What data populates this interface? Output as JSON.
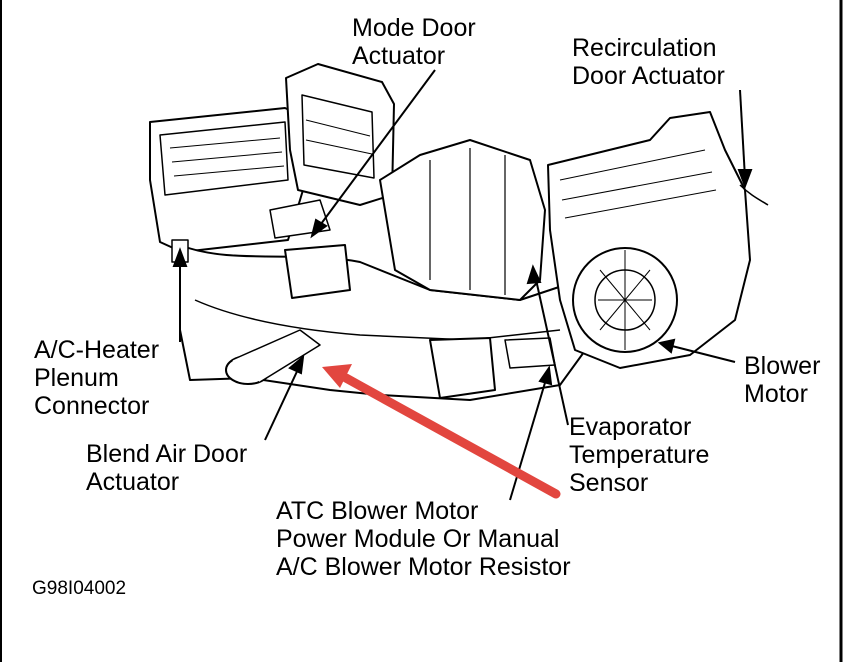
{
  "diagram": {
    "labels": {
      "mode_door_actuator": [
        "Mode Door",
        "Actuator"
      ],
      "recirculation_door_actuator": [
        "Recirculation",
        "Door Actuator"
      ],
      "plenum_connector": [
        "A/C-Heater",
        "Plenum",
        "Connector"
      ],
      "blower_motor": [
        "Blower",
        "Motor"
      ],
      "evaporator_sensor": [
        "Evaporator",
        "Temperature",
        "Sensor"
      ],
      "blend_air_door_actuator": [
        "Blend Air Door",
        "Actuator"
      ],
      "atc_module": [
        "ATC Blower Motor",
        "Power Module Or Manual",
        "A/C Blower Motor Resistor"
      ]
    },
    "figure_code": "G98I04002",
    "highlight_arrow_color": "#e2463f"
  }
}
